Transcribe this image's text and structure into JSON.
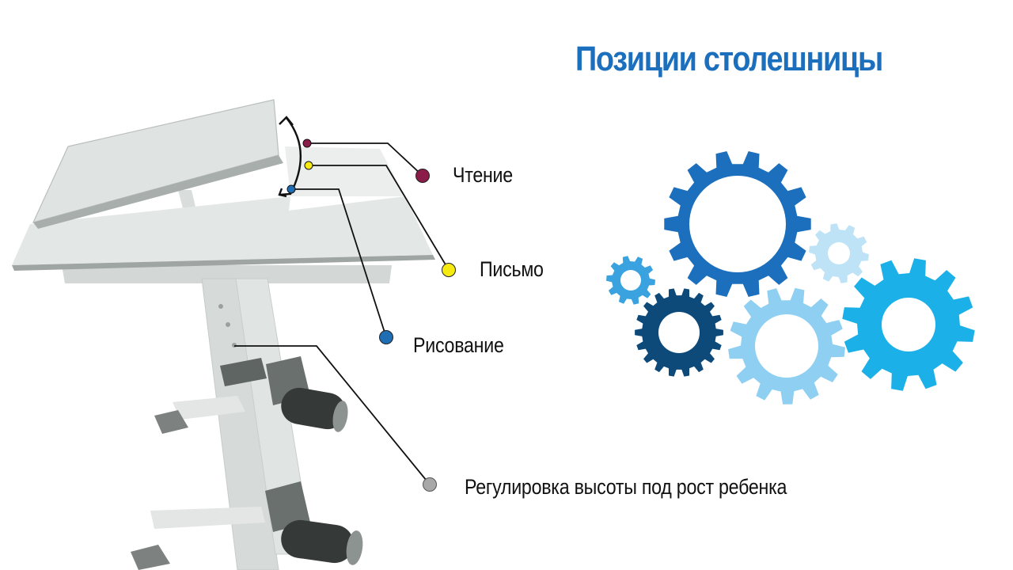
{
  "title": "Позиции столешницы",
  "labels": {
    "reading": "Чтение",
    "writing": "Письмо",
    "drawing": "Рисование",
    "height": "Регулировка высоты под рост ребенка"
  },
  "colors": {
    "title": "#1b6fbd",
    "reading_marker": "#8b1c4a",
    "writing_marker": "#f6ea10",
    "drawing_marker": "#1f6db3",
    "height_marker": "#a8a8a8",
    "gear_blue": "#1b6fbd",
    "gear_navy": "#0d4a7a",
    "gear_cyan": "#1cb0e8",
    "gear_light": "#8ecff2",
    "gear_sky": "#3aa3df"
  },
  "icons": [
    "desk-illustration",
    "gears-illustration"
  ]
}
